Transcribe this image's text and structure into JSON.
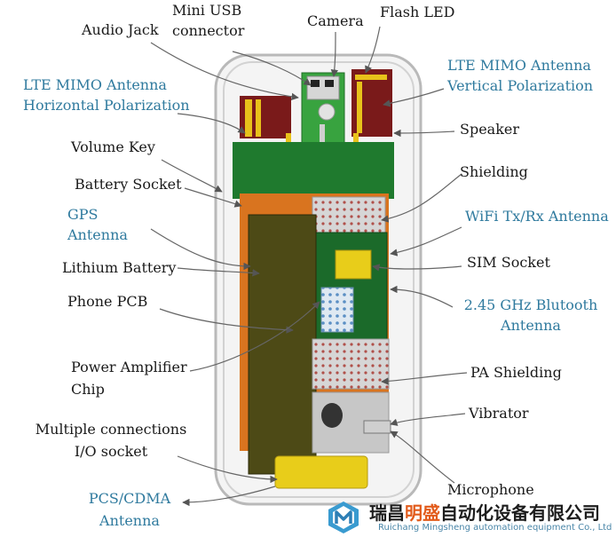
{
  "labels": {
    "audio_jack": "Audio Jack",
    "mini_usb_1": "Mini USB",
    "mini_usb_2": "connector",
    "camera": "Camera",
    "flash_led": "Flash LED",
    "lte_h_1": "LTE MIMO Antenna",
    "lte_h_2": "Horizontal Polarization",
    "lte_v_1": "LTE MIMO Antenna",
    "lte_v_2": "Vertical Polarization",
    "speaker": "Speaker",
    "volume_key": "Volume Key",
    "shielding": "Shielding",
    "battery_socket": "Battery Socket",
    "gps_1": "GPS",
    "gps_2": "Antenna",
    "wifi": "WiFi Tx/Rx Antenna",
    "lithium_battery": "Lithium Battery",
    "sim_socket": "SIM Socket",
    "phone_pcb": "Phone PCB",
    "bt_1": "2.45 GHz Blutooth",
    "bt_2": "Antenna",
    "pa_chip_1": "Power Amplifier",
    "pa_chip_2": "Chip",
    "pa_shielding": "PA Shielding",
    "vibrator": "Vibrator",
    "multi_1": "Multiple connections",
    "multi_2": "I/O socket",
    "pcs_1": "PCS/CDMA",
    "pcs_2": "Antenna",
    "microphone": "Microphone"
  },
  "watermark": {
    "cn_a": "瑞昌",
    "cn_b": "明盛",
    "cn_c": "自动化设备有限公司",
    "en": "Ruichang Mingsheng automation equipment Co., Ltd"
  },
  "colors": {
    "label_dark": "#1a1a1a",
    "label_blue": "#2f7a9e",
    "pcb_green": "#2e8b3a",
    "board_orange": "#d9741f",
    "battery": "#4d4a16",
    "antenna_red": "#7a1a1a",
    "antenna_yellow": "#e8c21a",
    "shield_grey": "#d0d0d0"
  }
}
